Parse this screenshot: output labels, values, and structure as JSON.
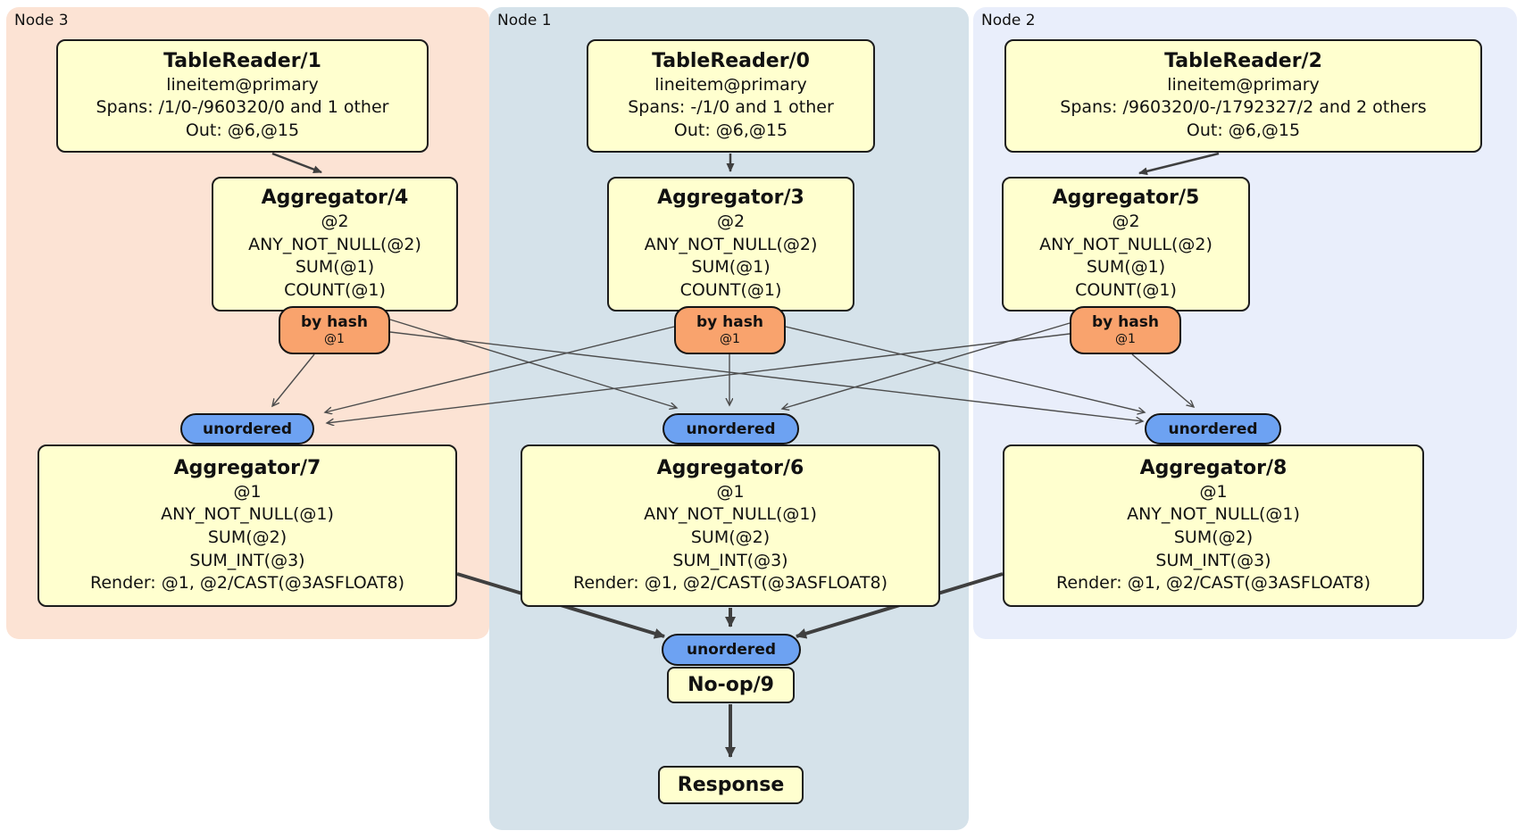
{
  "nodes": {
    "node3": {
      "label": "Node 3",
      "table_reader": {
        "title": "TableReader/1",
        "details": [
          "lineitem@primary",
          "Spans: /1/0-/960320/0 and 1 other",
          "Out: @6,@15"
        ]
      },
      "aggregator_top": {
        "title": "Aggregator/4",
        "details": [
          "@2",
          "ANY_NOT_NULL(@2)",
          "SUM(@1)",
          "COUNT(@1)"
        ]
      },
      "router": {
        "label": "by hash",
        "key": "@1"
      },
      "stream_sync": {
        "label": "unordered"
      },
      "aggregator_bottom": {
        "title": "Aggregator/7",
        "details": [
          "@1",
          "ANY_NOT_NULL(@1)",
          "SUM(@2)",
          "SUM_INT(@3)",
          "Render: @1, @2/CAST(@3ASFLOAT8)"
        ]
      }
    },
    "node1": {
      "label": "Node 1",
      "table_reader": {
        "title": "TableReader/0",
        "details": [
          "lineitem@primary",
          "Spans: -/1/0 and 1 other",
          "Out: @6,@15"
        ]
      },
      "aggregator_top": {
        "title": "Aggregator/3",
        "details": [
          "@2",
          "ANY_NOT_NULL(@2)",
          "SUM(@1)",
          "COUNT(@1)"
        ]
      },
      "router": {
        "label": "by hash",
        "key": "@1"
      },
      "stream_sync": {
        "label": "unordered"
      },
      "aggregator_bottom": {
        "title": "Aggregator/6",
        "details": [
          "@1",
          "ANY_NOT_NULL(@1)",
          "SUM(@2)",
          "SUM_INT(@3)",
          "Render: @1, @2/CAST(@3ASFLOAT8)"
        ]
      },
      "final_sync": {
        "label": "unordered"
      },
      "noop": {
        "title": "No-op/9"
      },
      "response": {
        "title": "Response"
      }
    },
    "node2": {
      "label": "Node 2",
      "table_reader": {
        "title": "TableReader/2",
        "details": [
          "lineitem@primary",
          "Spans: /960320/0-/1792327/2 and 2 others",
          "Out: @6,@15"
        ]
      },
      "aggregator_top": {
        "title": "Aggregator/5",
        "details": [
          "@2",
          "ANY_NOT_NULL(@2)",
          "SUM(@1)",
          "COUNT(@1)"
        ]
      },
      "router": {
        "label": "by hash",
        "key": "@1"
      },
      "stream_sync": {
        "label": "unordered"
      },
      "aggregator_bottom": {
        "title": "Aggregator/8",
        "details": [
          "@1",
          "ANY_NOT_NULL(@1)",
          "SUM(@2)",
          "SUM_INT(@3)",
          "Render: @1, @2/CAST(@3ASFLOAT8)"
        ]
      }
    }
  },
  "colors": {
    "node3_region_bg": "#fce3d4",
    "node1_region_bg": "#d5e2ea",
    "node2_region_bg": "#e9eefb",
    "processor_box_bg": "#ffffcf",
    "router_bg": "#f9a36d",
    "synchronizer_bg": "#6da2f2",
    "edge_color": "#4d4d4d"
  }
}
